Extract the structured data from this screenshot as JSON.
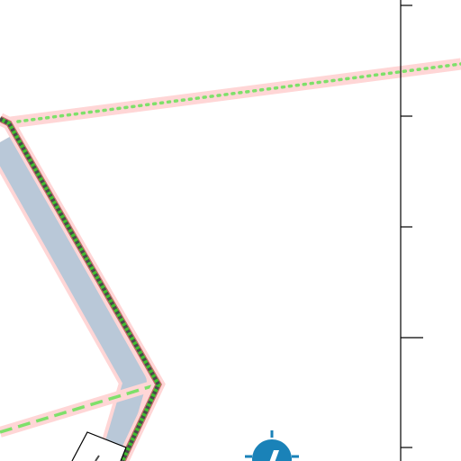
{
  "map": {
    "background": "#ffffff",
    "colors": {
      "route_casing": "#ffd6d6",
      "route_dotted": "#7ee06a",
      "wide_route_fill": "#b9c8d8",
      "rail_outline": "#c46b6b",
      "rail_dark": "#4a4a4a",
      "rail_green": "#3fbf2f",
      "dashed_route": "#7ee06a",
      "scale_bar": "#000000",
      "poi_icon": "#1a82b8",
      "building_outline": "#000000"
    },
    "features": [
      {
        "kind": "dotted-route"
      },
      {
        "kind": "wide-road"
      },
      {
        "kind": "railway"
      },
      {
        "kind": "dashed-route"
      },
      {
        "kind": "scale-bar"
      },
      {
        "kind": "building"
      },
      {
        "kind": "poi-marker",
        "icon": "compass-icon"
      }
    ]
  }
}
